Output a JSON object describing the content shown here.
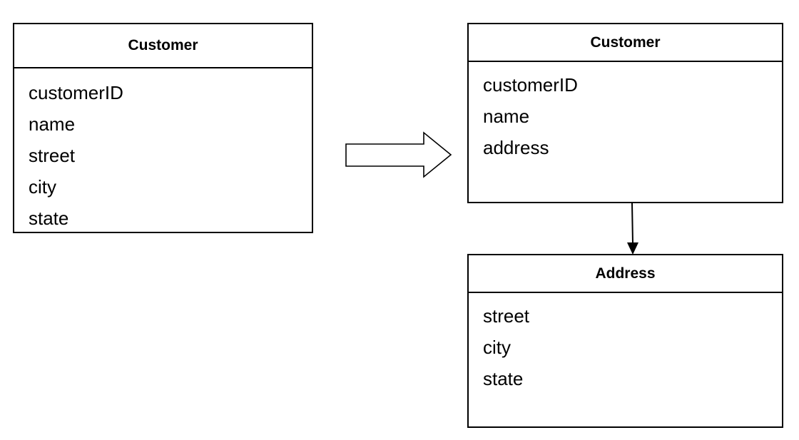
{
  "before": {
    "class_name": "Customer",
    "attributes": [
      "customerID",
      "name",
      "street",
      "city",
      "state"
    ]
  },
  "after_customer": {
    "class_name": "Customer",
    "attributes": [
      "customerID",
      "name",
      "address"
    ]
  },
  "after_address": {
    "class_name": "Address",
    "attributes": [
      "street",
      "city",
      "state"
    ]
  }
}
